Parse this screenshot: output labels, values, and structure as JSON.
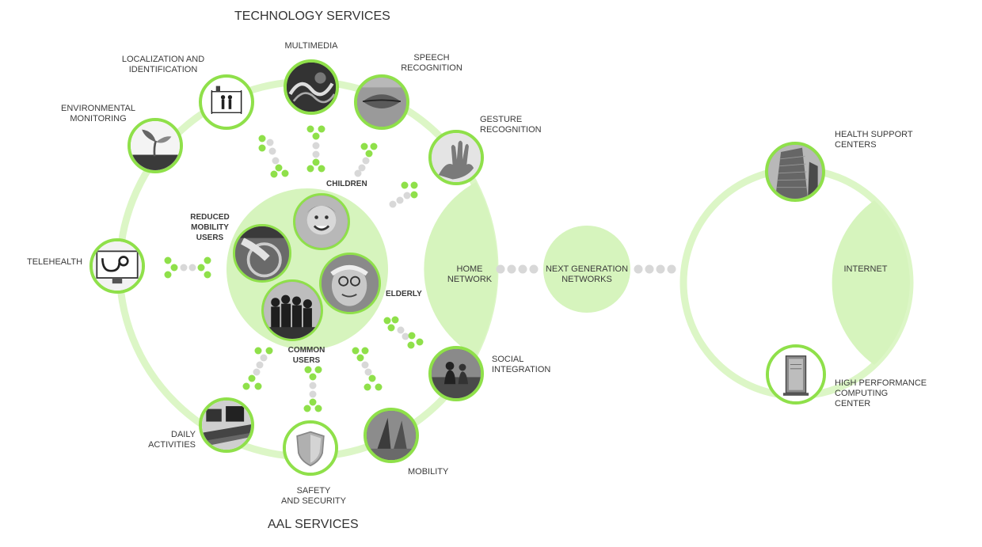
{
  "titles": {
    "technology": "TECHNOLOGY SERVICES",
    "aal": "AAL SERVICES"
  },
  "services": {
    "localization": [
      "LOCALIZATION AND",
      "IDENTIFICATION"
    ],
    "multimedia": [
      "MULTIMEDIA"
    ],
    "speech": [
      "SPEECH",
      "RECOGNITION"
    ],
    "gesture": [
      "GESTURE",
      "RECOGNITION"
    ],
    "environmental": [
      "ENVIRONMENTAL",
      "MONITORING"
    ],
    "telehealth": [
      "TELEHEALTH"
    ],
    "social": [
      "SOCIAL",
      "INTEGRATION"
    ],
    "daily": [
      "DAILY",
      "ACTIVITIES"
    ],
    "safety": [
      "SAFETY",
      "AND SECURITY"
    ],
    "mobility": [
      "MOBILITY"
    ]
  },
  "users": {
    "children": [
      "CHILDREN"
    ],
    "reduced": [
      "REDUCED",
      "MOBILITY",
      "USERS"
    ],
    "elderly": [
      "ELDERLY"
    ],
    "common": [
      "COMMON",
      "USERS"
    ]
  },
  "networks": {
    "home": [
      "HOME",
      "NETWORK"
    ],
    "nextgen": [
      "NEXT GENERATION",
      "NETWORKS"
    ],
    "internet": [
      "INTERNET"
    ],
    "health": [
      "HEALTH SUPPORT",
      "CENTERS"
    ],
    "hpc": [
      "HIGH PERFORMANCE",
      "COMPUTING",
      "CENTER"
    ]
  },
  "colors": {
    "accent": "#8fe04a",
    "ring": "#d9f5c2",
    "fill": "#d6f4bd",
    "dot_grey": "#d8d8d8",
    "text": "#3a3a3a"
  }
}
